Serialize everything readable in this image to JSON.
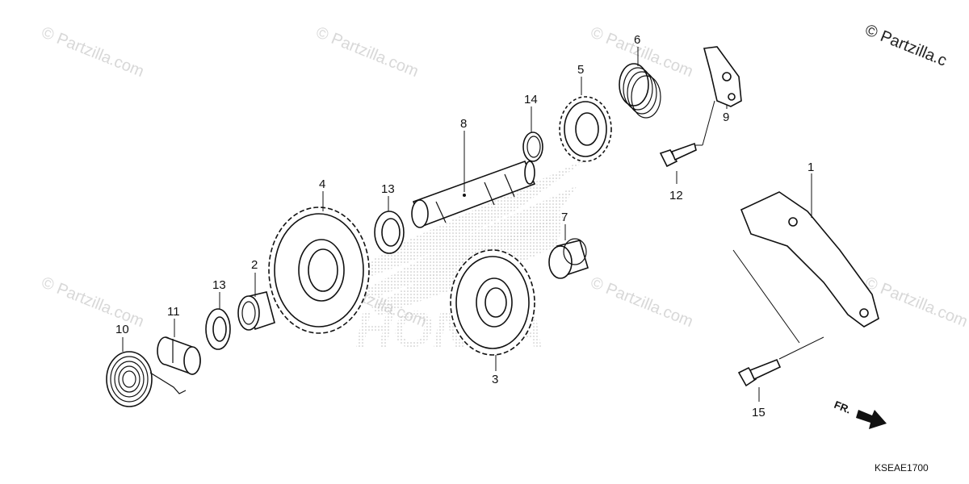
{
  "diagram": {
    "callouts": [
      {
        "id": "c1",
        "text": "1"
      },
      {
        "id": "c2",
        "text": "2"
      },
      {
        "id": "c3",
        "text": "3"
      },
      {
        "id": "c4",
        "text": "4"
      },
      {
        "id": "c5",
        "text": "5"
      },
      {
        "id": "c6",
        "text": "6"
      },
      {
        "id": "c7",
        "text": "7"
      },
      {
        "id": "c8",
        "text": "8"
      },
      {
        "id": "c9",
        "text": "9"
      },
      {
        "id": "c10",
        "text": "10"
      },
      {
        "id": "c11",
        "text": "11"
      },
      {
        "id": "c12",
        "text": "12"
      },
      {
        "id": "c13a",
        "text": "13"
      },
      {
        "id": "c13b",
        "text": "13"
      },
      {
        "id": "c14",
        "text": "14"
      },
      {
        "id": "c15",
        "text": "15"
      }
    ],
    "watermark": "© Partzilla.com",
    "copyright": "© Partzilla.c",
    "direction_label": "FR.",
    "brand_mark": "HONDA",
    "diagram_code": "KSEAE1700"
  },
  "colors": {
    "line": "#111111",
    "watermark": "#d8d8d8",
    "stipple": "#bdbdbd",
    "background": "#ffffff"
  }
}
